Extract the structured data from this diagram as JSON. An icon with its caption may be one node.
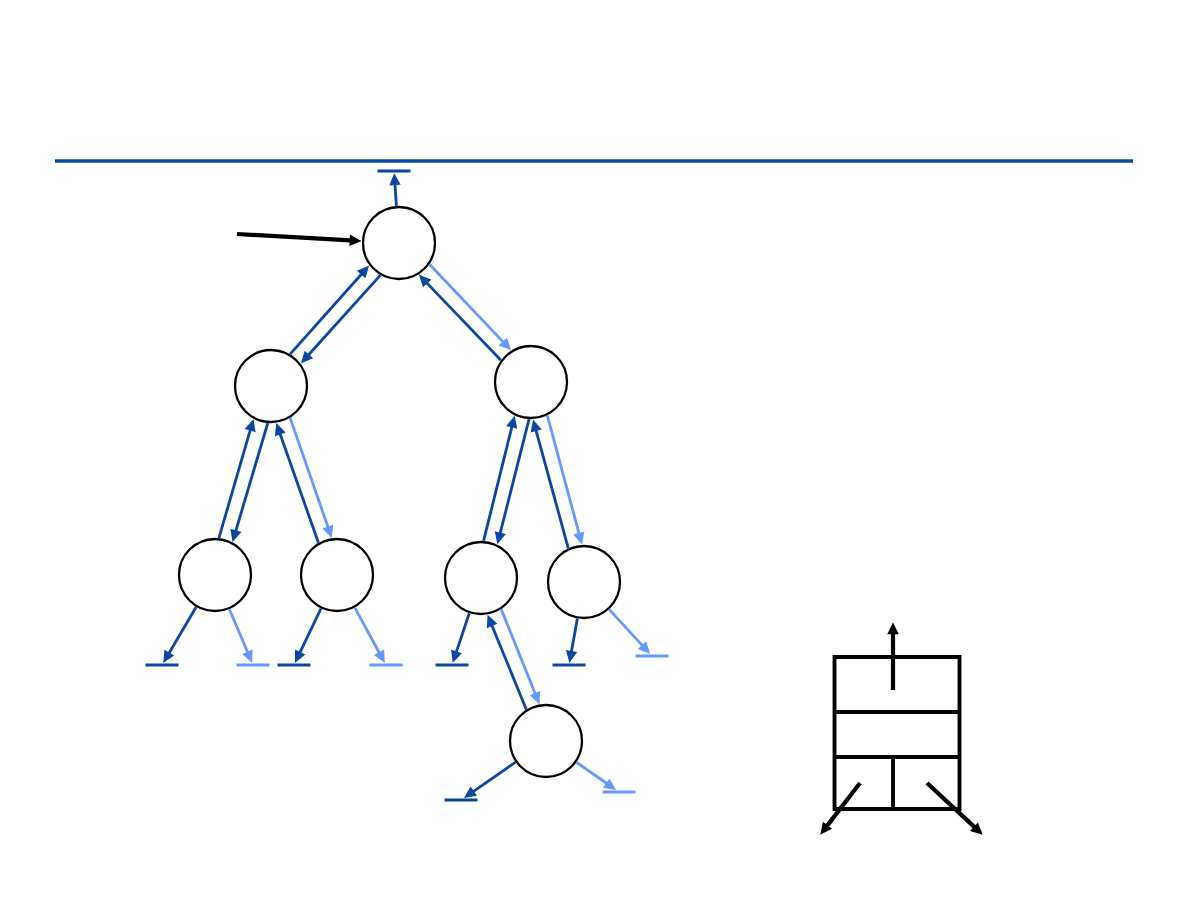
{
  "diagram": {
    "nodes": [
      {
        "text": [],
        "shape": "circle"
      },
      {
        "text": [],
        "shape": "circle"
      },
      {
        "text": [],
        "shape": "circle"
      },
      {
        "text": [],
        "shape": "circle"
      },
      {
        "text": [],
        "shape": "circle"
      },
      {
        "text": [],
        "shape": "circle"
      },
      {
        "text": [],
        "shape": "circle"
      },
      {
        "text": [],
        "shape": "circle"
      },
      {
        "text": [],
        "shape": "bar"
      },
      {
        "text": [],
        "shape": "bar"
      },
      {
        "text": [],
        "shape": "bar"
      },
      {
        "text": [],
        "shape": "bar"
      },
      {
        "text": [],
        "shape": "bar"
      },
      {
        "text": [],
        "shape": "bar"
      },
      {
        "text": [],
        "shape": "bar"
      },
      {
        "text": [],
        "shape": "bar"
      },
      {
        "text": [],
        "shape": "bar"
      },
      {
        "text": [],
        "shape": "bar"
      },
      {
        "text": [],
        "shape": "box"
      }
    ],
    "edges": [
      {
        "from": null,
        "to": 0,
        "arrow": "to",
        "color": "#000000"
      },
      {
        "from": 0,
        "to": 8,
        "arrow": "to"
      },
      {
        "from": 0,
        "to": 1,
        "arrow": "to"
      },
      {
        "from": 1,
        "to": 0,
        "arrow": "to"
      },
      {
        "from": 0,
        "to": 2,
        "arrow": "to",
        "color": "#6699ff"
      },
      {
        "from": 2,
        "to": 0,
        "arrow": "to"
      },
      {
        "from": 1,
        "to": 3,
        "arrow": "to"
      },
      {
        "from": 3,
        "to": 1,
        "arrow": "to"
      },
      {
        "from": 1,
        "to": 4,
        "arrow": "to",
        "color": "#6699ff"
      },
      {
        "from": 4,
        "to": 1,
        "arrow": "to"
      },
      {
        "from": 2,
        "to": 5,
        "arrow": "to"
      },
      {
        "from": 5,
        "to": 2,
        "arrow": "to"
      },
      {
        "from": 2,
        "to": 6,
        "arrow": "to",
        "color": "#6699ff"
      },
      {
        "from": 6,
        "to": 2,
        "arrow": "to"
      },
      {
        "from": 3,
        "to": 9,
        "arrow": "to"
      },
      {
        "from": 3,
        "to": 10,
        "arrow": "to",
        "color": "#6699ff"
      },
      {
        "from": 4,
        "to": 11,
        "arrow": "to"
      },
      {
        "from": 4,
        "to": 12,
        "arrow": "to",
        "color": "#6699ff"
      },
      {
        "from": 5,
        "to": 13,
        "arrow": "to"
      },
      {
        "from": 5,
        "to": 7,
        "arrow": "to",
        "color": "#6699ff"
      },
      {
        "from": 7,
        "to": 5,
        "arrow": "to"
      },
      {
        "from": 6,
        "to": 14,
        "arrow": "to"
      },
      {
        "from": 6,
        "to": 15,
        "arrow": "to",
        "color": "#6699ff"
      },
      {
        "from": 7,
        "to": 16,
        "arrow": "to"
      },
      {
        "from": 7,
        "to": 17,
        "arrow": "to",
        "color": "#6699ff"
      },
      {
        "from": 18,
        "to": null,
        "arrow": "to",
        "color": "#000000"
      },
      {
        "from": 18,
        "to": null,
        "arrow": "to",
        "color": "#000000"
      },
      {
        "from": 18,
        "to": null,
        "arrow": "to",
        "color": "#000000"
      }
    ]
  }
}
